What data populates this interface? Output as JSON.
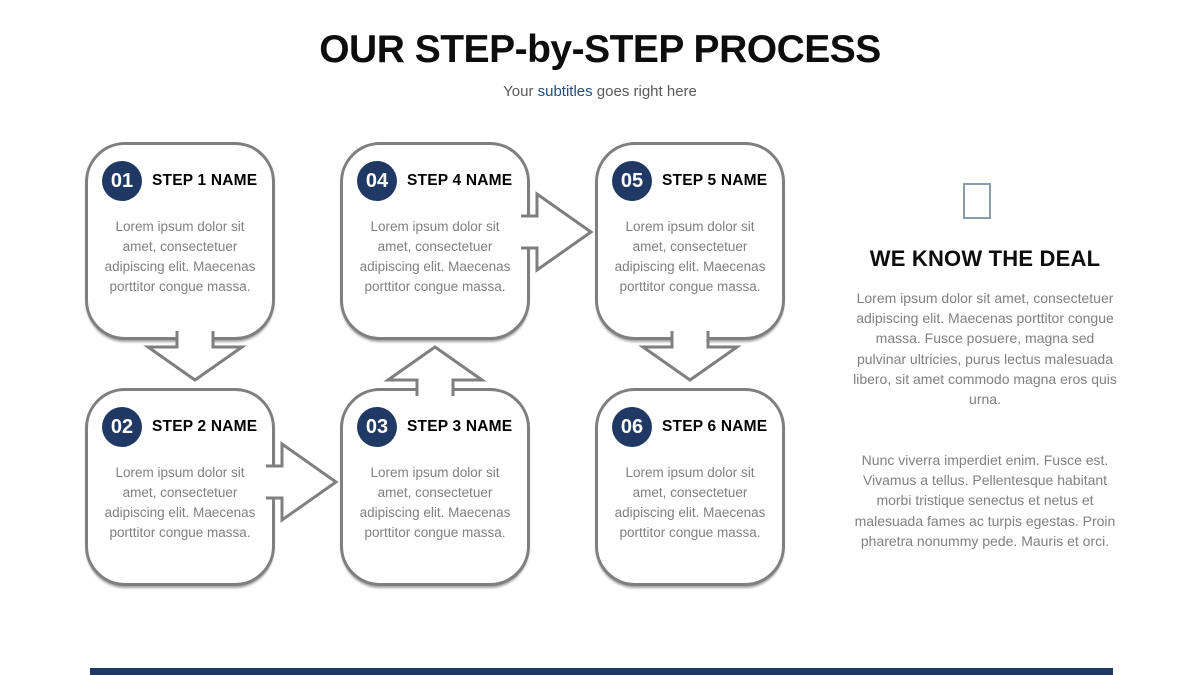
{
  "header": {
    "title": "OUR STEP-by-STEP PROCESS",
    "subtitle": {
      "prefix": "Your ",
      "highlight": "subtitles",
      "suffix": " goes right here"
    }
  },
  "steps": [
    {
      "number": "01",
      "name": "STEP 1 NAME",
      "description": "Lorem ipsum dolor sit amet, consectetuer adipiscing elit. Maecenas porttitor congue massa."
    },
    {
      "number": "02",
      "name": "STEP 2 NAME",
      "description": "Lorem ipsum dolor sit amet, consectetuer adipiscing elit. Maecenas porttitor congue massa."
    },
    {
      "number": "03",
      "name": "STEP 3 NAME",
      "description": "Lorem ipsum dolor sit amet, consectetuer adipiscing elit. Maecenas porttitor congue massa."
    },
    {
      "number": "04",
      "name": "STEP 4 NAME",
      "description": "Lorem ipsum dolor sit amet, consectetuer adipiscing elit. Maecenas porttitor congue massa."
    },
    {
      "number": "05",
      "name": "STEP 5 NAME",
      "description": "Lorem ipsum dolor sit amet, consectetuer adipiscing elit. Maecenas porttitor congue massa."
    },
    {
      "number": "06",
      "name": "STEP 6 NAME",
      "description": "Lorem ipsum dolor sit amet, consectetuer adipiscing elit. Maecenas porttitor congue massa."
    }
  ],
  "flow": "1-down-2, 2-right-3, 3-up-4, 4-right-5, 5-down-6",
  "side_panel": {
    "heading": "WE KNOW THE DEAL",
    "paragraph1": "Lorem ipsum dolor sit amet, consectetuer adipiscing elit. Maecenas porttitor congue massa. Fusce posuere, magna sed pulvinar ultricies, purus lectus malesuada libero, sit amet commodo magna eros quis urna.",
    "paragraph2": "Nunc viverra imperdiet enim. Fusce est. Vivamus a tellus. Pellentesque habitant morbi tristique senectus et netus et malesuada fames ac turpis egestas. Proin pharetra nonummy pede. Mauris et orci."
  },
  "colors": {
    "accent_navy": "#1f3864",
    "border_gray": "#7f7f7f",
    "body_gray": "#808080",
    "subtitle_blue": "#1f4e79"
  }
}
